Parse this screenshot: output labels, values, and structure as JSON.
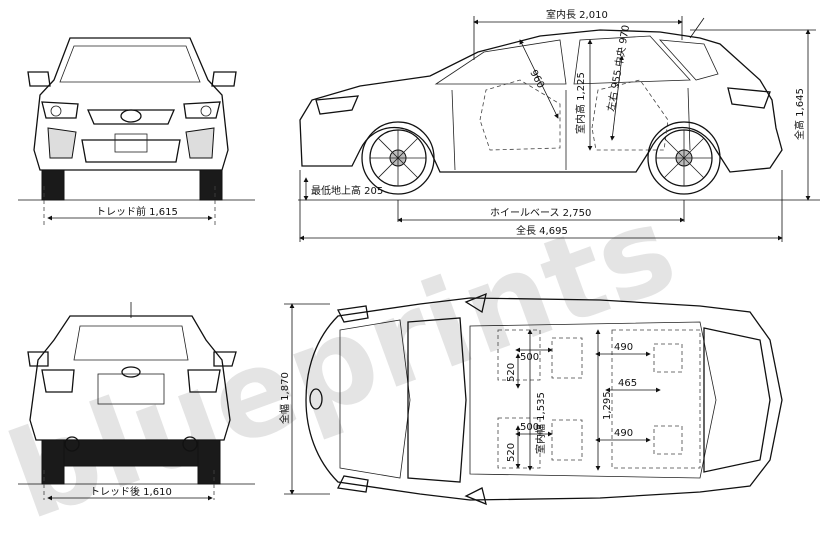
{
  "watermark": "blueprints",
  "front_view": {
    "tread_label": "トレッド前 1,615"
  },
  "side_view": {
    "interior_length": "室内長 2,010",
    "seat_height_front": "960",
    "interior_height": "室内高 1,225",
    "seat_height_rear": "左右 955 中央 970",
    "overall_height": "全高 1,645",
    "ground_clearance": "最低地上高 205",
    "wheelbase": "ホイールベース 2,750",
    "overall_length": "全長 4,695"
  },
  "rear_view": {
    "tread_label": "トレッド後 1,610"
  },
  "top_view": {
    "overall_width": "全幅 1,870",
    "interior_width": "室内幅 1,535",
    "front_seat_width_top": "500",
    "front_seat_width_bottom": "500",
    "front_seat_depth_top": "520",
    "front_seat_depth_bottom": "520",
    "rear_seat_width_top": "490",
    "rear_seat_width_bottom": "490",
    "rear_center_width": "465",
    "rear_interior_width": "1,295"
  }
}
